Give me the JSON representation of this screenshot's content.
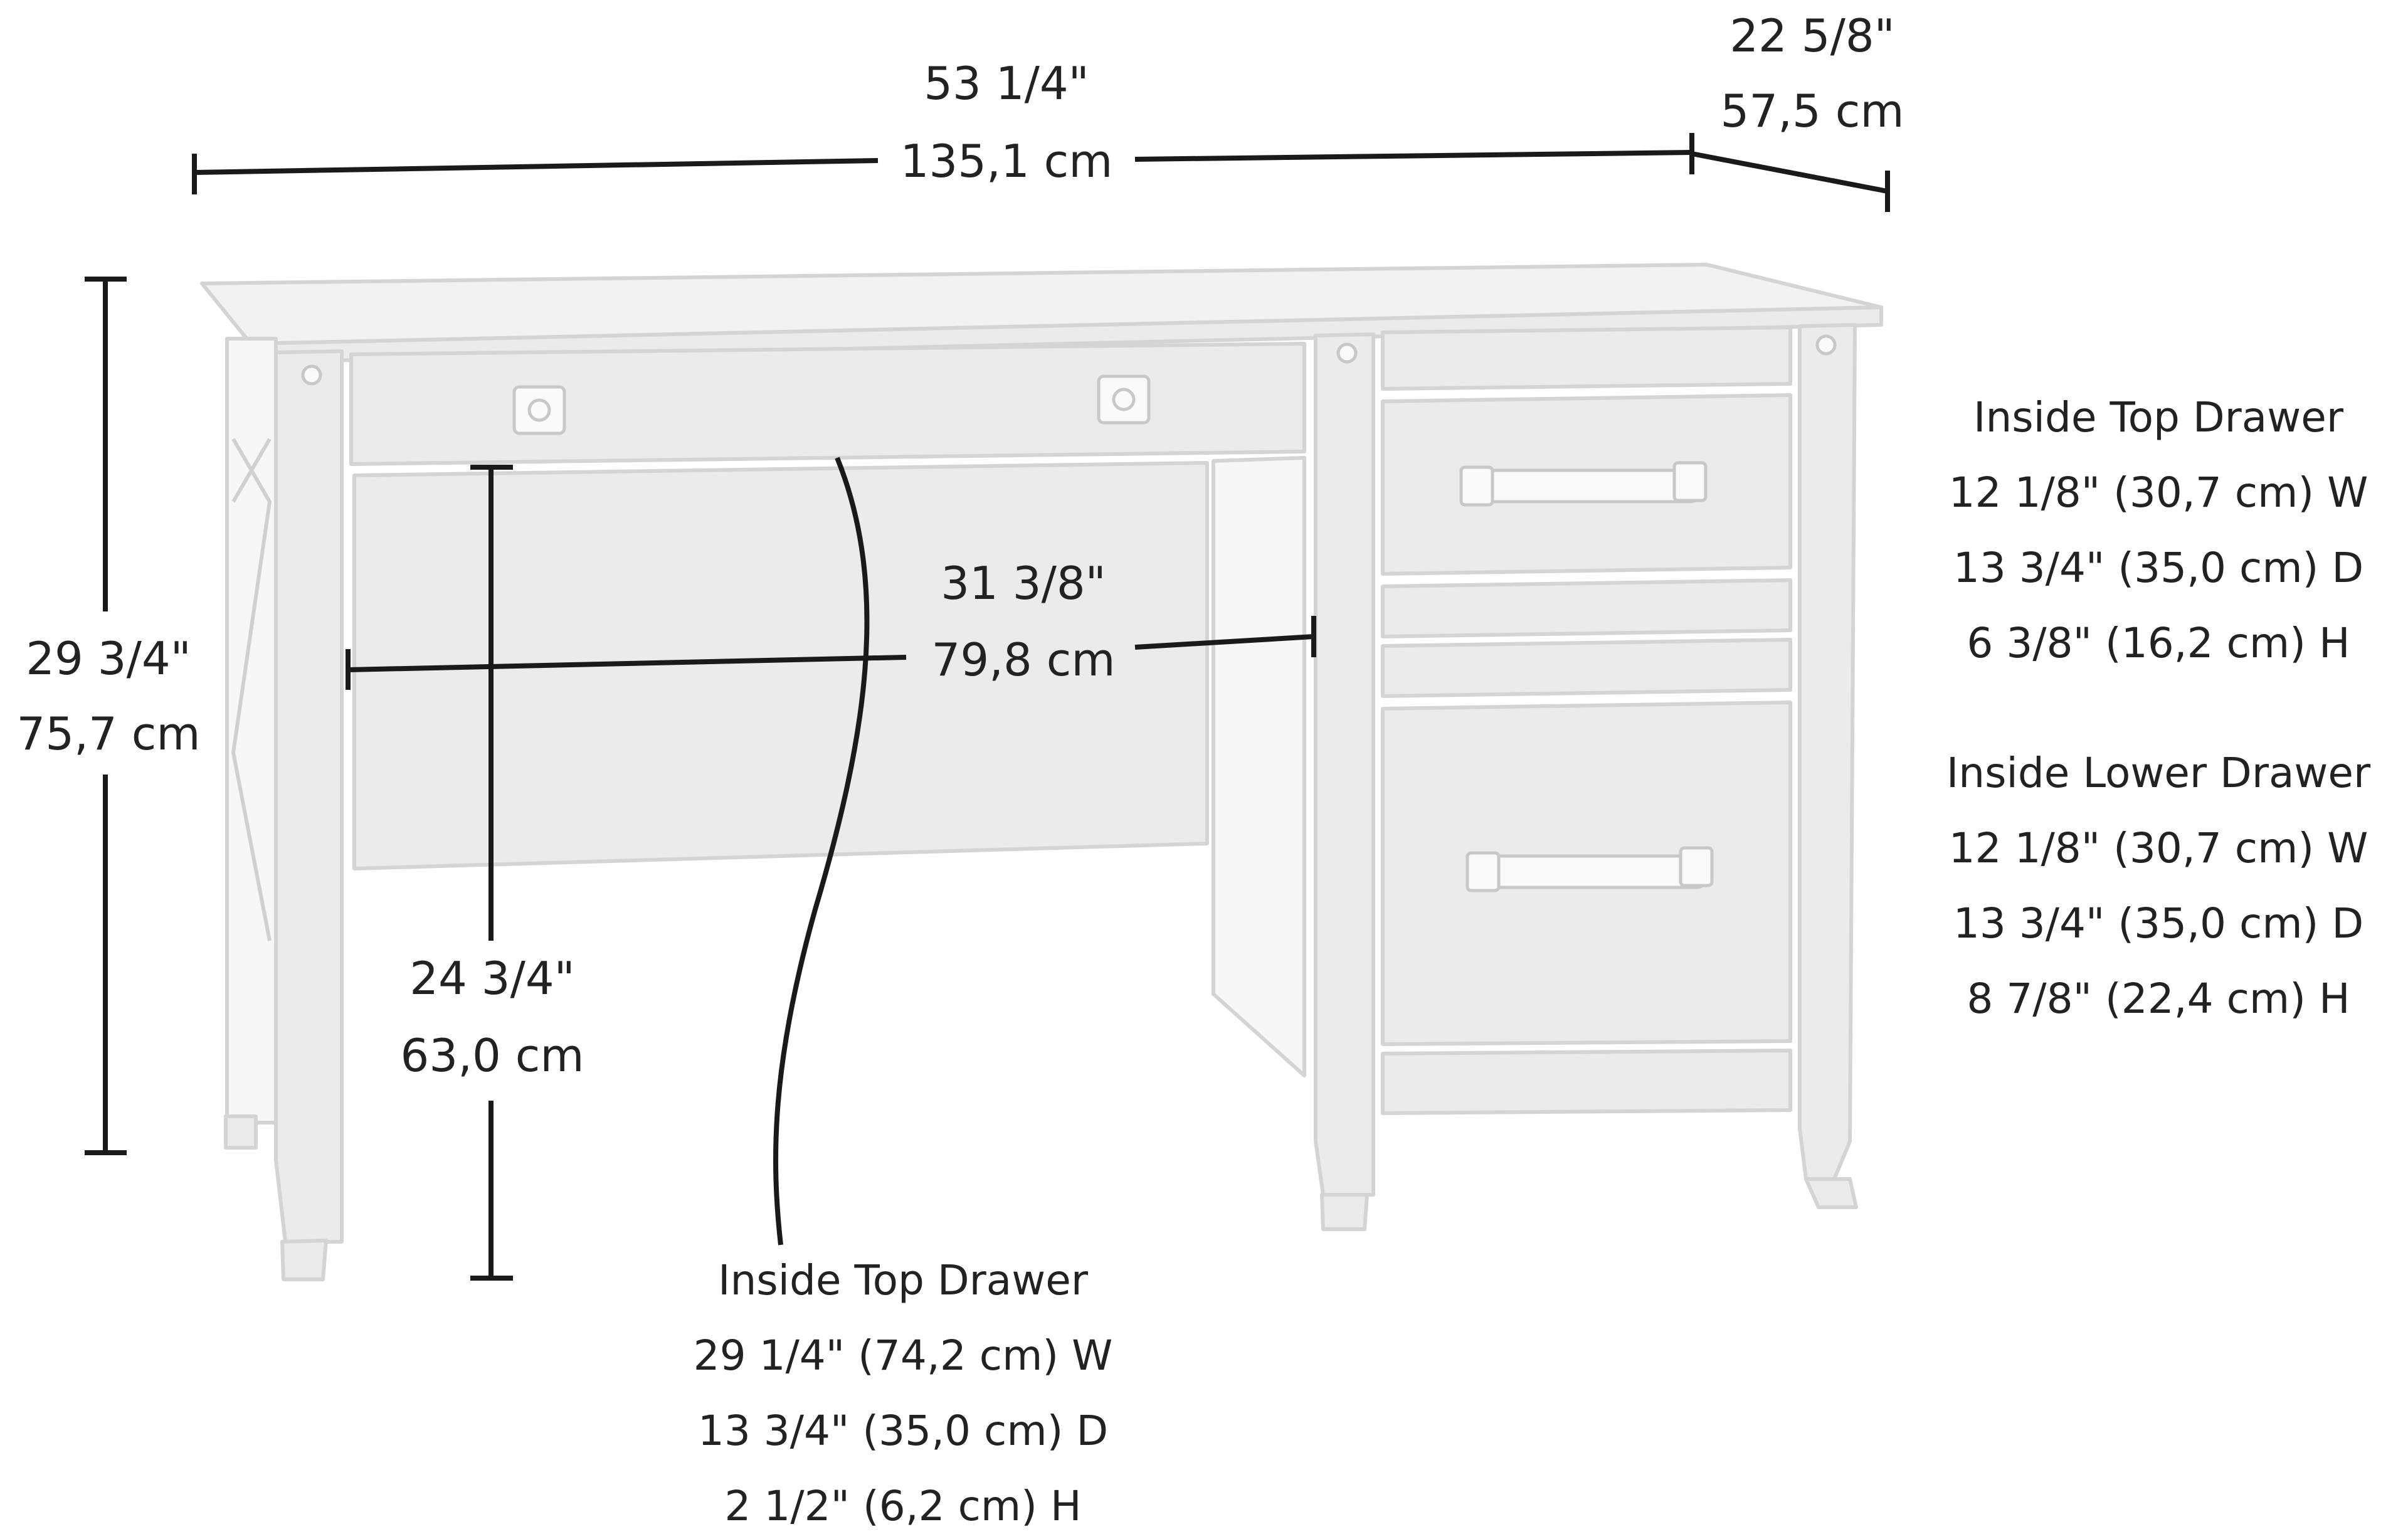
{
  "colors": {
    "dimension_line": "#1a1a1a",
    "text": "#222222",
    "furniture_fill": "#ebebeb",
    "furniture_stroke": "#d4d4d4",
    "background": "#ffffff"
  },
  "overall": {
    "width_in": "53 1/4\"",
    "width_cm": "135,1 cm",
    "depth_in": "22 5/8\"",
    "depth_cm": "57,5 cm",
    "height_in": "29 3/4\"",
    "height_cm": "75,7 cm"
  },
  "knee_space": {
    "width_in": "31 3/8\"",
    "width_cm": "79,8 cm",
    "height_in": "24 3/4\"",
    "height_cm": "63,0 cm"
  },
  "center_drawer": {
    "title": "Inside Top Drawer",
    "width": "29 1/4\" (74,2 cm) W",
    "depth": "13 3/4\" (35,0 cm) D",
    "height": "2 1/2\" (6,2 cm) H"
  },
  "right_top_drawer": {
    "title": "Inside Top Drawer",
    "width": "12 1/8\" (30,7 cm) W",
    "depth": "13 3/4\" (35,0 cm) D",
    "height": "6 3/8\" (16,2 cm) H"
  },
  "right_lower_drawer": {
    "title": "Inside Lower Drawer",
    "width": "12 1/8\" (30,7 cm) W",
    "depth": "13 3/4\" (35,0 cm) D",
    "height": "8 7/8\" (22,4 cm) H"
  }
}
